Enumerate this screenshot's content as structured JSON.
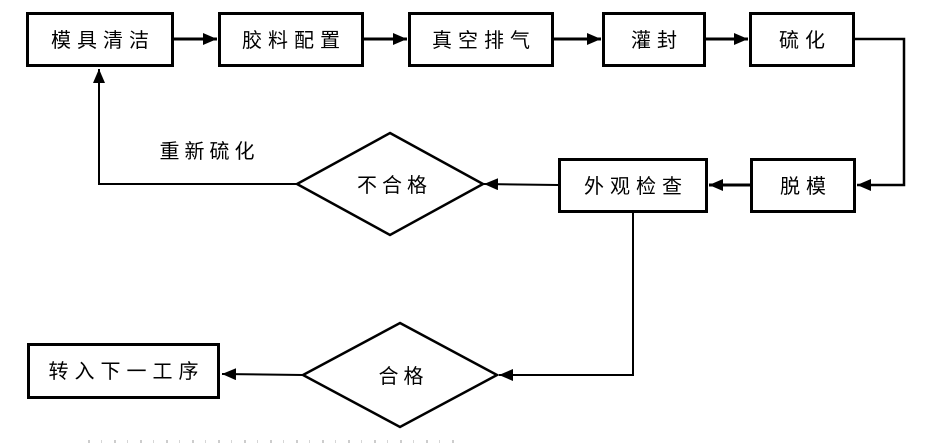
{
  "diagram": {
    "colors": {
      "line": "#000000",
      "background": "#ffffff",
      "text": "#000000"
    },
    "process_nodes": [
      {
        "label": "模具清洁"
      },
      {
        "label": "胶料配置"
      },
      {
        "label": "真空排气"
      },
      {
        "label": "灌封"
      },
      {
        "label": "硫化"
      },
      {
        "label": "外观检查"
      },
      {
        "label": "脱模"
      },
      {
        "label": "转入下一工序"
      }
    ],
    "decision_nodes": [
      {
        "label": "不合格"
      },
      {
        "label": "合格"
      }
    ],
    "edge_labels": [
      {
        "label": "重新硫化"
      }
    ]
  }
}
